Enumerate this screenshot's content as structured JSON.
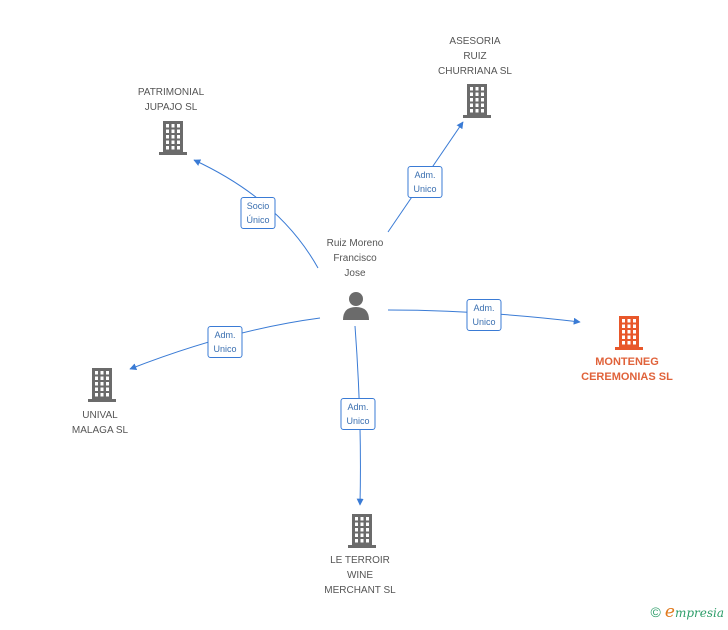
{
  "center": {
    "label": "Ruiz Moreno\nFrancisco\nJose",
    "icon": "person-icon"
  },
  "nodes": [
    {
      "id": "asesoria",
      "label": "ASESORIA\nRUIZ\nCHURRIANA SL",
      "icon": "building-icon",
      "highlight": false
    },
    {
      "id": "patrimonial",
      "label": "PATRIMONIAL\nJUPAJO SL",
      "icon": "building-icon",
      "highlight": false
    },
    {
      "id": "monteneg",
      "label": "MONTENEG\nCEREMONIAS SL",
      "icon": "building-icon",
      "highlight": true
    },
    {
      "id": "unival",
      "label": "UNIVAL\nMALAGA SL",
      "icon": "building-icon",
      "highlight": false
    },
    {
      "id": "leterroir",
      "label": "LE TERROIR\nWINE\nMERCHANT SL",
      "icon": "building-icon",
      "highlight": false
    }
  ],
  "edges": [
    {
      "to": "asesoria",
      "label": "Adm.\nUnico"
    },
    {
      "to": "patrimonial",
      "label": "Socio\nÚnico"
    },
    {
      "to": "monteneg",
      "label": "Adm.\nUnico"
    },
    {
      "to": "unival",
      "label": "Adm.\nUnico"
    },
    {
      "to": "leterroir",
      "label": "Adm.\nUnico"
    }
  ],
  "colors": {
    "edge": "#3a7bd5",
    "building": "#6b6b6b",
    "highlight": "#e8572a",
    "person": "#6b6b6b"
  },
  "footer": {
    "copyright": "©",
    "brand_initial": "e",
    "brand_rest": "mpresia"
  }
}
